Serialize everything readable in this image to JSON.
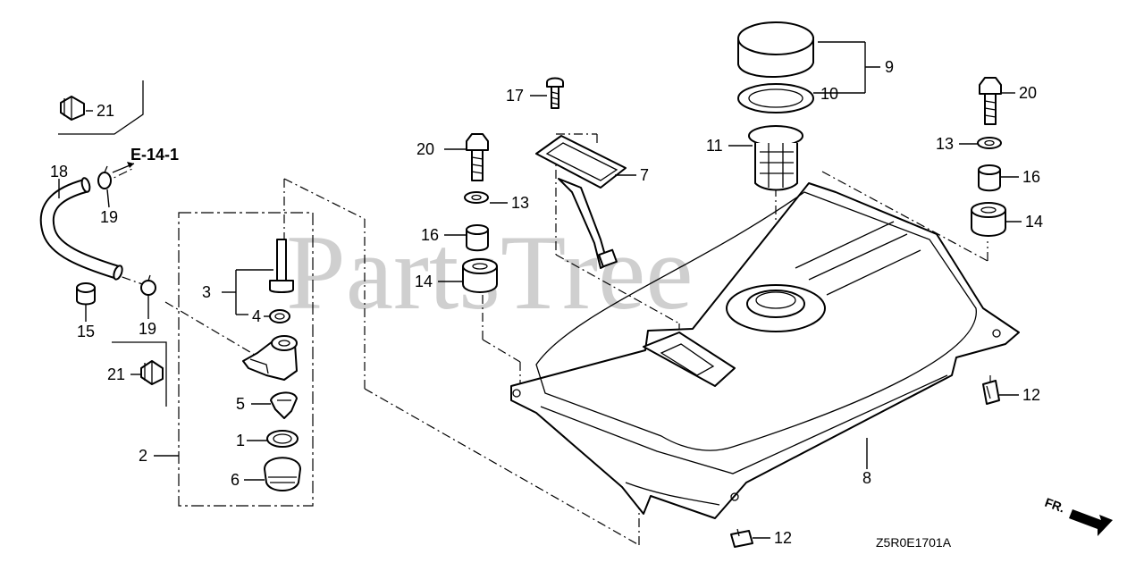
{
  "watermark": "PartsTree",
  "reference": "E-14-1",
  "diagram_code": "Z5R0E1701A",
  "front_marker": "FR.",
  "callouts": {
    "p1": "1",
    "p2": "2",
    "p3": "3",
    "p4": "4",
    "p5": "5",
    "p6": "6",
    "p7": "7",
    "p8": "8",
    "p9": "9",
    "p10": "10",
    "p11": "11",
    "p12a": "12",
    "p12b": "12",
    "p13a": "13",
    "p13b": "13",
    "p14a": "14",
    "p14b": "14",
    "p15": "15",
    "p16a": "16",
    "p16b": "16",
    "p17": "17",
    "p18": "18",
    "p19a": "19",
    "p19b": "19",
    "p20a": "20",
    "p20b": "20",
    "p21a": "21",
    "p21b": "21"
  }
}
